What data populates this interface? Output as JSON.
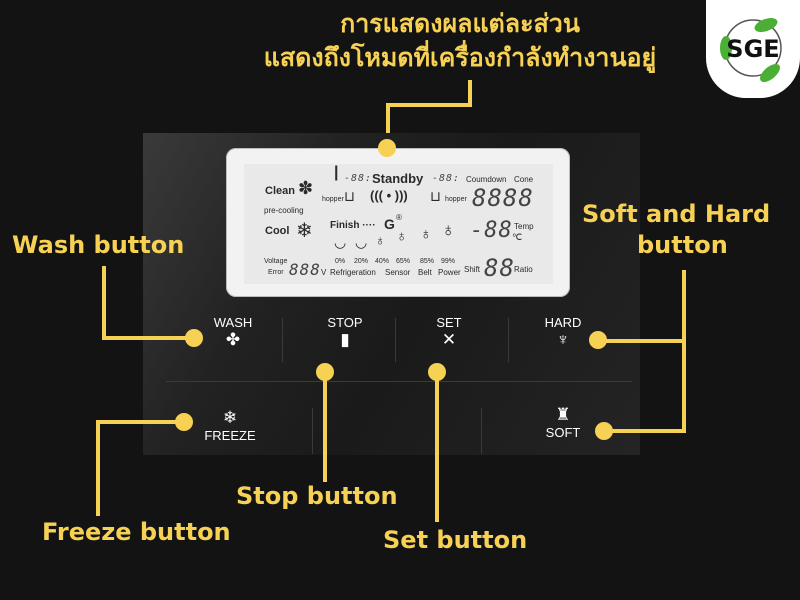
{
  "header": {
    "title_line1": "การแสดงผลแต่ละส่วน",
    "title_line2": "แสดงถึงโหมดที่เครื่องกำลังทำงานอยู่"
  },
  "logo": {
    "text": "SGE",
    "leaf_color": "#4caf35"
  },
  "colors": {
    "accent": "#f7d154",
    "background": "#131313",
    "lcd": "#e9e9e9"
  },
  "lcd": {
    "mode_clean": "Clean",
    "mode_precooling": "pre-cooling",
    "mode_cool": "Cool",
    "status_standby": "Standby",
    "status_finish": "Finish ····",
    "g_symbol": "G",
    "registered": "®",
    "hopper_left": "hopper",
    "hopper_right": "hopper",
    "timer_left": "-88:",
    "timer_right": "-88:",
    "signal": "((( • )))",
    "countdown_label": "Coumdown",
    "cone_label": "Cone",
    "countdown_value": "8888",
    "temp_value": "-88",
    "temp_label": "Temp",
    "temp_unit": "℃",
    "voltage_label": "Voltage",
    "error_label": "Error",
    "voltage_value": "888",
    "voltage_unit": "V",
    "levels": [
      "0%",
      "20%",
      "40%",
      "65%",
      "85%",
      "99%"
    ],
    "bottom_labels": [
      "Refrigeration",
      "Sensor",
      "Belt",
      "Power"
    ],
    "shift_label": "Shift",
    "shift_value": "88",
    "ratio_label": "Ratio"
  },
  "buttons": [
    {
      "label": "WASH",
      "icon": "fan-icon",
      "glyph": "✤"
    },
    {
      "label": "STOP",
      "icon": "stop-icon",
      "glyph": "▮"
    },
    {
      "label": "SET",
      "icon": "tools-icon",
      "glyph": "✕"
    },
    {
      "label": "HARD",
      "icon": "hard-cone-icon",
      "glyph": "♆"
    },
    {
      "label": "FREEZE",
      "icon": "snowflake-icon",
      "glyph": "❄"
    },
    {
      "label": "SOFT",
      "icon": "soft-cone-icon",
      "glyph": "♜"
    }
  ],
  "callouts": {
    "wash": "Wash button",
    "soft_hard_line1": "Soft and Hard",
    "soft_hard_line2": "button",
    "freeze": "Freeze button",
    "stop": "Stop button",
    "set": "Set button"
  }
}
